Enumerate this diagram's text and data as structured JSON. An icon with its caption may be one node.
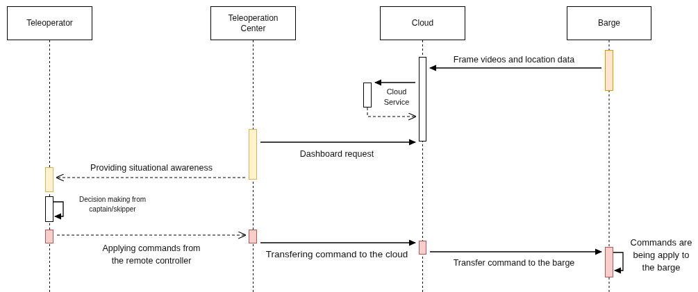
{
  "diagram": {
    "nodes": [
      {
        "text": [
          "Teleoperator"
        ]
      },
      {
        "text": [
          "Teleoperation Center"
        ]
      },
      {
        "text": [
          "Cloud"
        ]
      },
      {
        "text": [
          "Barge"
        ]
      },
      {
        "text": [],
        "shape": "bar"
      },
      {
        "text": [],
        "shape": "bar"
      },
      {
        "text": [],
        "shape": "bar"
      },
      {
        "text": [],
        "shape": "bar"
      },
      {
        "text": [],
        "shape": "bar"
      },
      {
        "text": [],
        "shape": "bar"
      },
      {
        "text": [],
        "shape": "bar"
      },
      {
        "text": [],
        "shape": "bar"
      },
      {
        "text": [],
        "shape": "bar"
      },
      {
        "text": [],
        "shape": "bar"
      }
    ],
    "edges": [
      {
        "from": 4,
        "to": 5,
        "arrow": "to",
        "label": "Frame videos and location data"
      },
      {
        "from": 5,
        "to": 6,
        "arrow": "to",
        "label": "Cloud Service"
      },
      {
        "from": 6,
        "to": 5,
        "arrow": "to",
        "style": "dashed"
      },
      {
        "from": 7,
        "to": 5,
        "arrow": "to",
        "label": "Dashboard request"
      },
      {
        "from": 7,
        "to": 8,
        "arrow": "to",
        "style": "dashed",
        "label": "Providing situational awareness"
      },
      {
        "from": 9,
        "to": 9,
        "arrow": "to",
        "label": "Decision making from captain/skipper"
      },
      {
        "from": 10,
        "to": 11,
        "arrow": "to",
        "style": "dashed",
        "label": "Applying commands from the remote controller"
      },
      {
        "from": 11,
        "to": 12,
        "arrow": "to",
        "label": "Transfering command to the cloud"
      },
      {
        "from": 12,
        "to": 13,
        "arrow": "to",
        "label": "Transfer command to the barge"
      },
      {
        "from": 13,
        "to": 13,
        "arrow": "to",
        "label": "Commands are being apply to the barge"
      }
    ]
  }
}
